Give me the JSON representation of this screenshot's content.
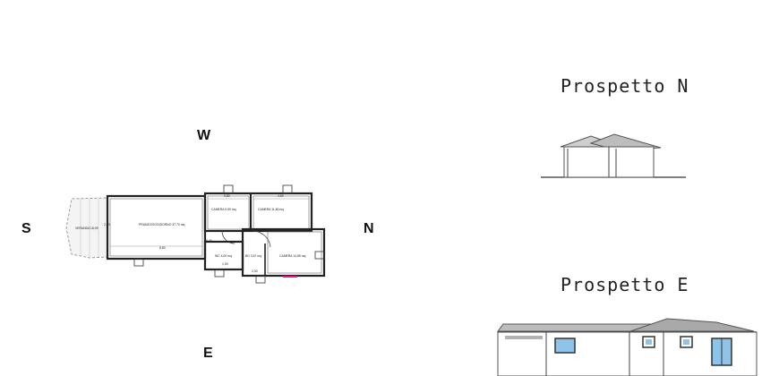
{
  "compass": {
    "west": "W",
    "south": "S",
    "north": "N",
    "east": "E"
  },
  "elevations": {
    "north_title": "Prospetto N",
    "east_title": "Prospetto E"
  },
  "plan": {
    "rooms": {
      "veranda": "VERANDA",
      "veranda_area": "18,09",
      "living": "PRANZO/SOGGIORNO 37,70 mq",
      "bedroom_1": "CAMERA 9,50 mq",
      "bedroom_2": "CAMERA 11,80 mq",
      "wc": "WC 4,00 mq",
      "bath": "BG 3,57 mq",
      "bedroom_3": "CAMERA 14,89 mq"
    },
    "dims": {
      "d1": "2,60",
      "d2": "5,40",
      "d3": "8,80",
      "d4": "0,80",
      "d5": "4,60",
      "d6": "1,00",
      "d7": "2,00"
    }
  }
}
